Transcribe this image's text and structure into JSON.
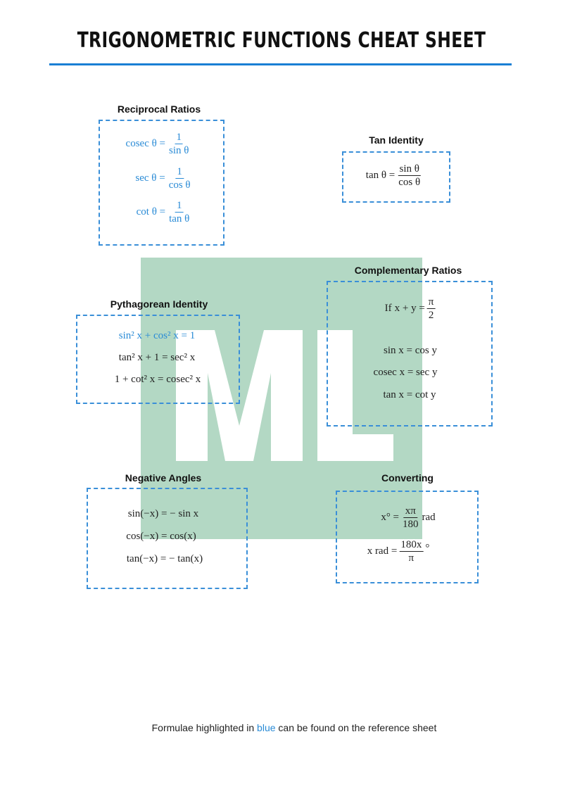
{
  "title": "TRIGONOMETRIC FUNCTIONS CHEAT SHEET",
  "watermark": {
    "text": "ML",
    "color": "#b3d8c4"
  },
  "colors": {
    "accent": "#1a7fd4",
    "highlight": "#2a8bd6"
  },
  "sections": {
    "reciprocal": {
      "title": "Reciprocal Ratios",
      "f": [
        {
          "lhs": "cosec θ =",
          "num": "1",
          "den": "sin θ"
        },
        {
          "lhs": "sec θ =",
          "num": "1",
          "den": "cos θ"
        },
        {
          "lhs": "cot θ =",
          "num": "1",
          "den": "tan θ"
        }
      ]
    },
    "tan": {
      "title": "Tan Identity",
      "f": {
        "lhs": "tan θ =",
        "num": "sin θ",
        "den": "cos θ"
      }
    },
    "complementary": {
      "title": "Complementary Ratios",
      "cond": {
        "if": "If",
        "lhs": "x + y =",
        "num": "π",
        "den": "2"
      },
      "f": [
        "sin x = cos y",
        "cosec x = sec y",
        "tan x = cot y"
      ]
    },
    "pythagorean": {
      "title": "Pythagorean Identity",
      "f": [
        "sin² x + cos² x = 1",
        "tan² x + 1 = sec² x",
        "1 + cot² x = cosec² x"
      ]
    },
    "negative": {
      "title": "Negative Angles",
      "f": [
        "sin(−x) = − sin x",
        "cos(−x) = cos(x)",
        "tan(−x) = − tan(x)"
      ]
    },
    "converting": {
      "title": "Converting",
      "f": [
        {
          "lhs": "x° =",
          "num": "xπ",
          "den": "180",
          "rhs": "rad"
        },
        {
          "lhs": "x rad =",
          "num": "180x",
          "den": "π",
          "rhs": "°"
        }
      ]
    }
  },
  "footer": {
    "pre": "Formulae highlighted in ",
    "blue": "blue",
    "post": " can be found on the reference sheet"
  }
}
